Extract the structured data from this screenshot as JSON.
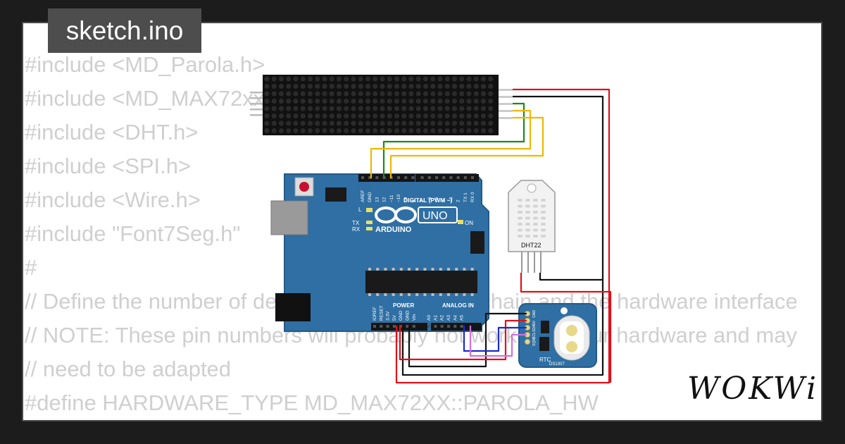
{
  "tab": {
    "filename": "sketch.ino"
  },
  "code_lines": [
    "#include <MD_Parola.h>",
    "#include <MD_MAX72xx.h>",
    "#include <DHT.h>",
    "#include <SPI.h>",
    "#include <Wire.h>",
    "#include \"Font7Seg.h\"",
    "#",
    "// Define the number of devices we have in the chain and the hardware interface",
    "// NOTE: These pin numbers will probably not work with your hardware and may",
    "// need to be adapted",
    "#define HARDWARE_TYPE MD_MAX72XX::PAROLA_HW"
  ],
  "components": {
    "arduino": {
      "brand": "ARDUINO",
      "model": "UNO",
      "digital_label": "DIGITAL (PWM ~)",
      "power_label": "POWER",
      "analog_label": "ANALOG IN",
      "on_label": "ON",
      "l_label": "L",
      "tx_label": "TX",
      "rx_label": "RX",
      "top_pins": [
        "AREF",
        "GND",
        "13",
        "12",
        "~11",
        "~10",
        "~9",
        "8",
        "7",
        "~6",
        "~5",
        "4",
        "~3",
        "2",
        "TX 1",
        "RX 0"
      ],
      "bottom_pins": [
        "IOREF",
        "RESET",
        "3.3V",
        "5V",
        "GND",
        "GND",
        "Vin",
        "A0",
        "A1",
        "A2",
        "A3",
        "A4",
        "A5"
      ]
    },
    "dht22": {
      "label": "DHT22"
    },
    "rtc": {
      "label": "RTC",
      "chip": "DS1307",
      "pins": [
        "GND",
        "5V",
        "SDA",
        "SCL",
        "SQW"
      ]
    }
  },
  "colors": {
    "board": "#2f6fa4",
    "wire_red": "#e0101a",
    "wire_black": "#111111",
    "wire_green": "#1a8a1a",
    "wire_yellow": "#f0b800",
    "wire_blue": "#1a2ad0",
    "wire_pink": "#d070e0"
  },
  "brand": {
    "name": "WOKWi"
  }
}
